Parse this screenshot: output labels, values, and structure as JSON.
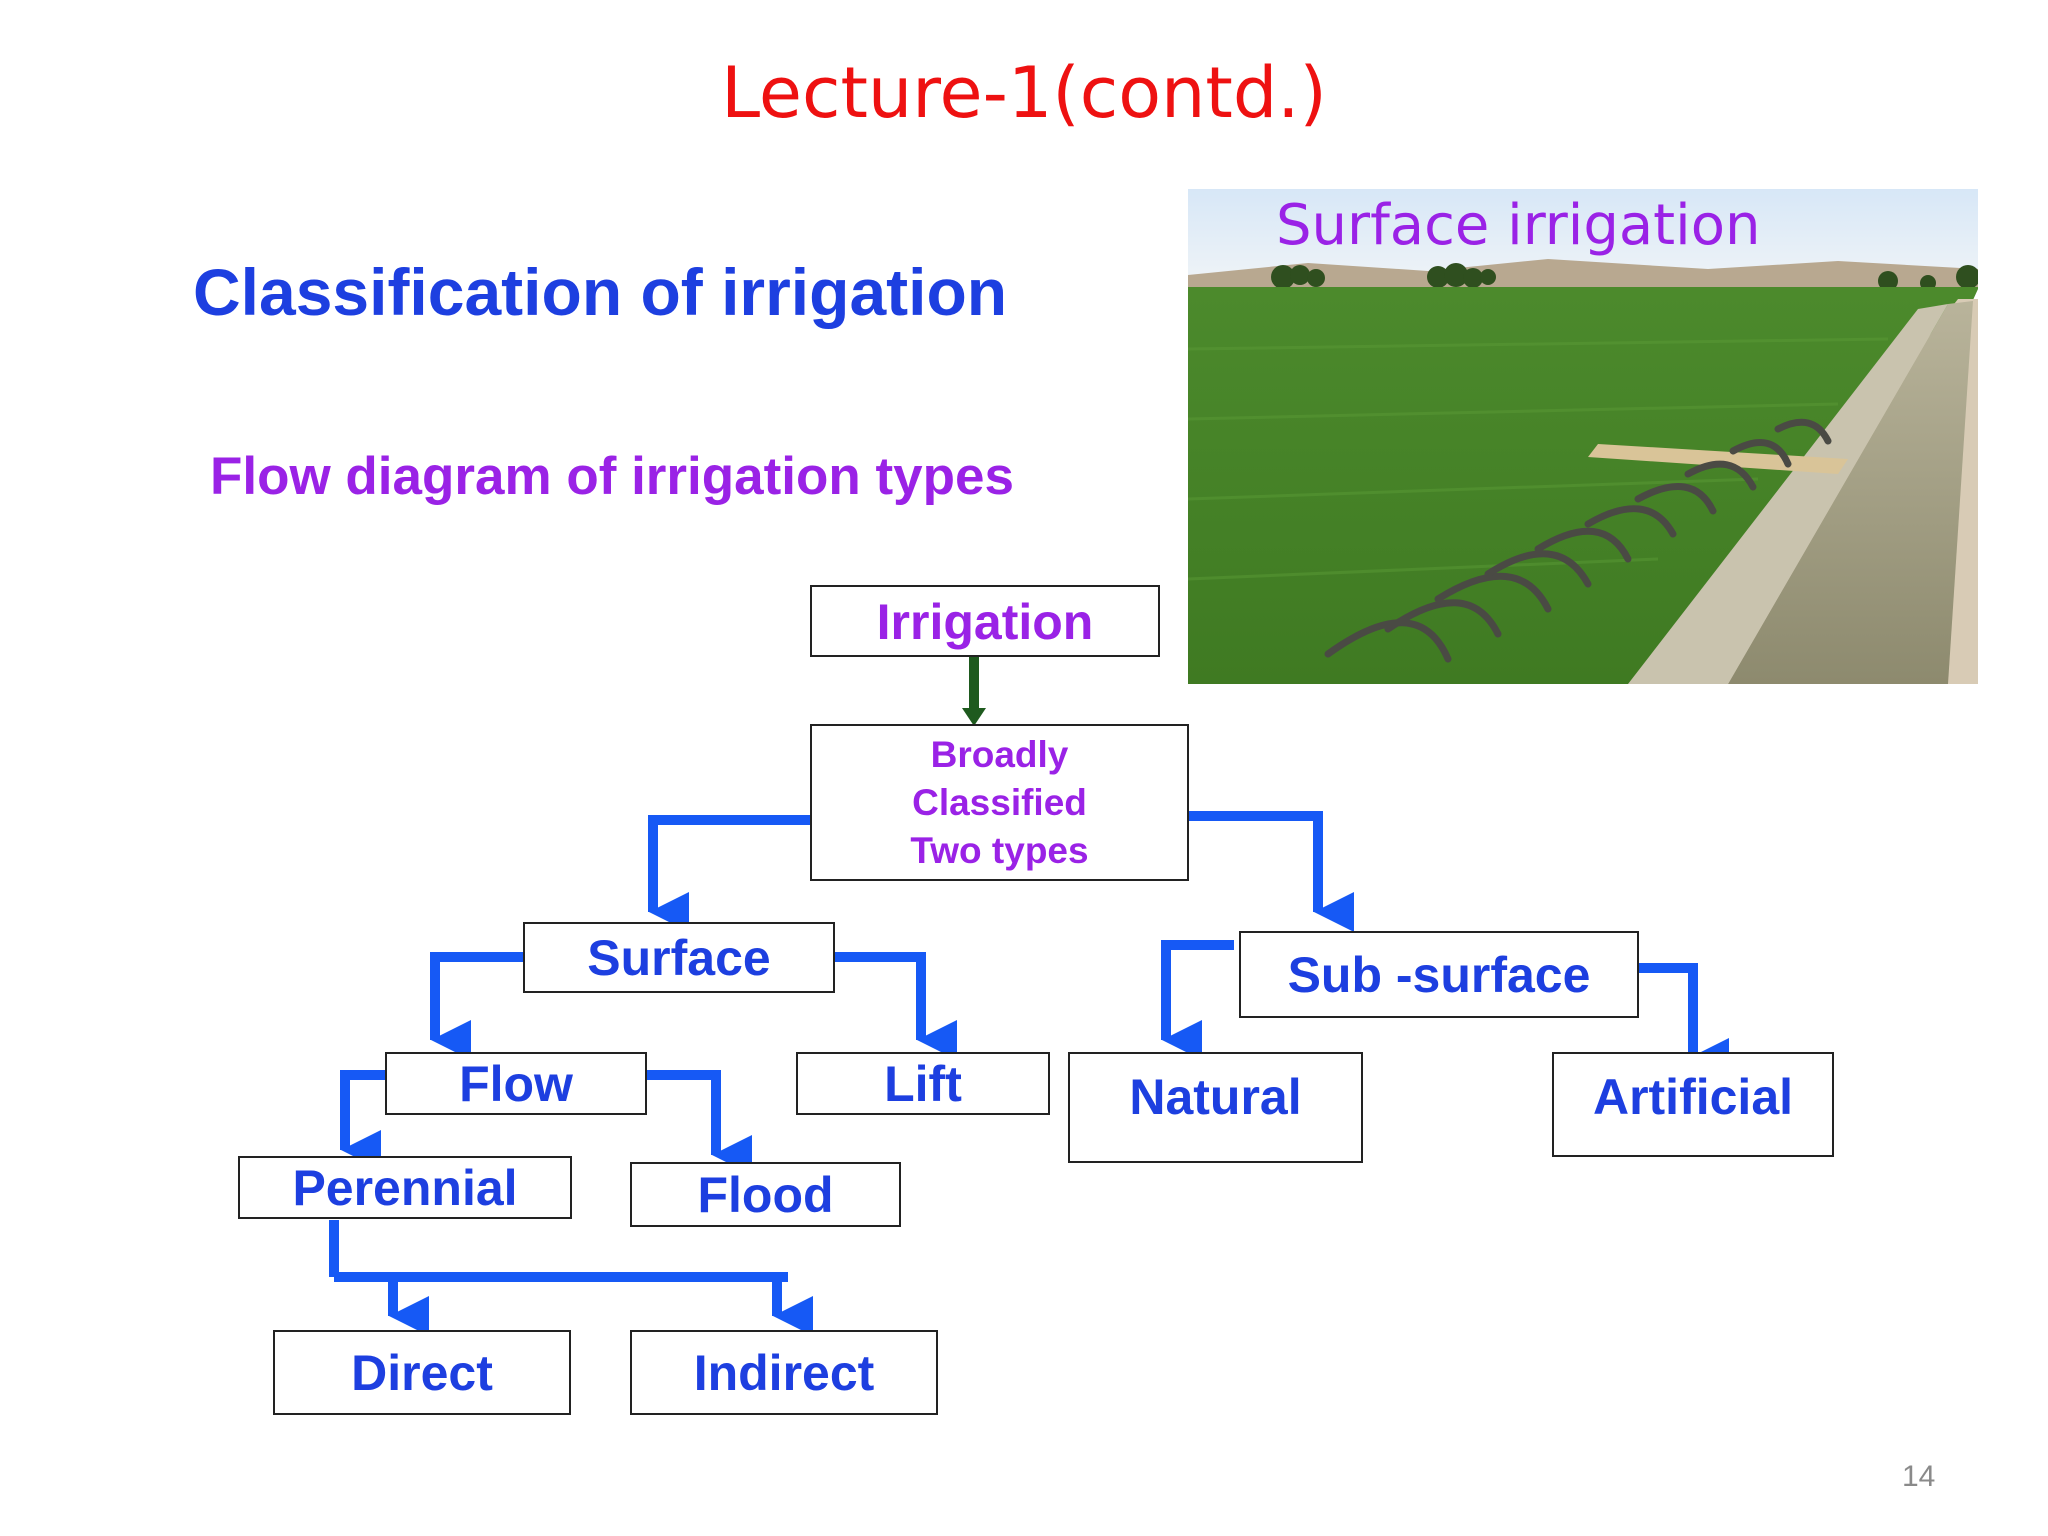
{
  "slide": {
    "title": "Lecture-1(contd.)",
    "heading": "Classification of irrigation",
    "subheading": "Flow diagram of irrigation types",
    "page_number": "14"
  },
  "photo": {
    "caption": "Surface irrigation"
  },
  "diagram": {
    "nodes": {
      "irrigation": "Irrigation",
      "broadly_line1": "Broadly",
      "broadly_line2": "Classified",
      "broadly_line3": "Two types",
      "surface": "Surface",
      "sub_surface": "Sub -surface",
      "flow": "Flow",
      "lift": "Lift",
      "natural": "Natural",
      "artificial": "Artificial",
      "perennial": "Perennial",
      "flood": "Flood",
      "direct": "Direct",
      "indirect": "Indirect"
    }
  },
  "colors": {
    "title": "#ee1111",
    "heading": "#1d3fe0",
    "subheading": "#9a22e6",
    "connector": "#1659f5",
    "top_arrow": "#1e5a1e"
  }
}
